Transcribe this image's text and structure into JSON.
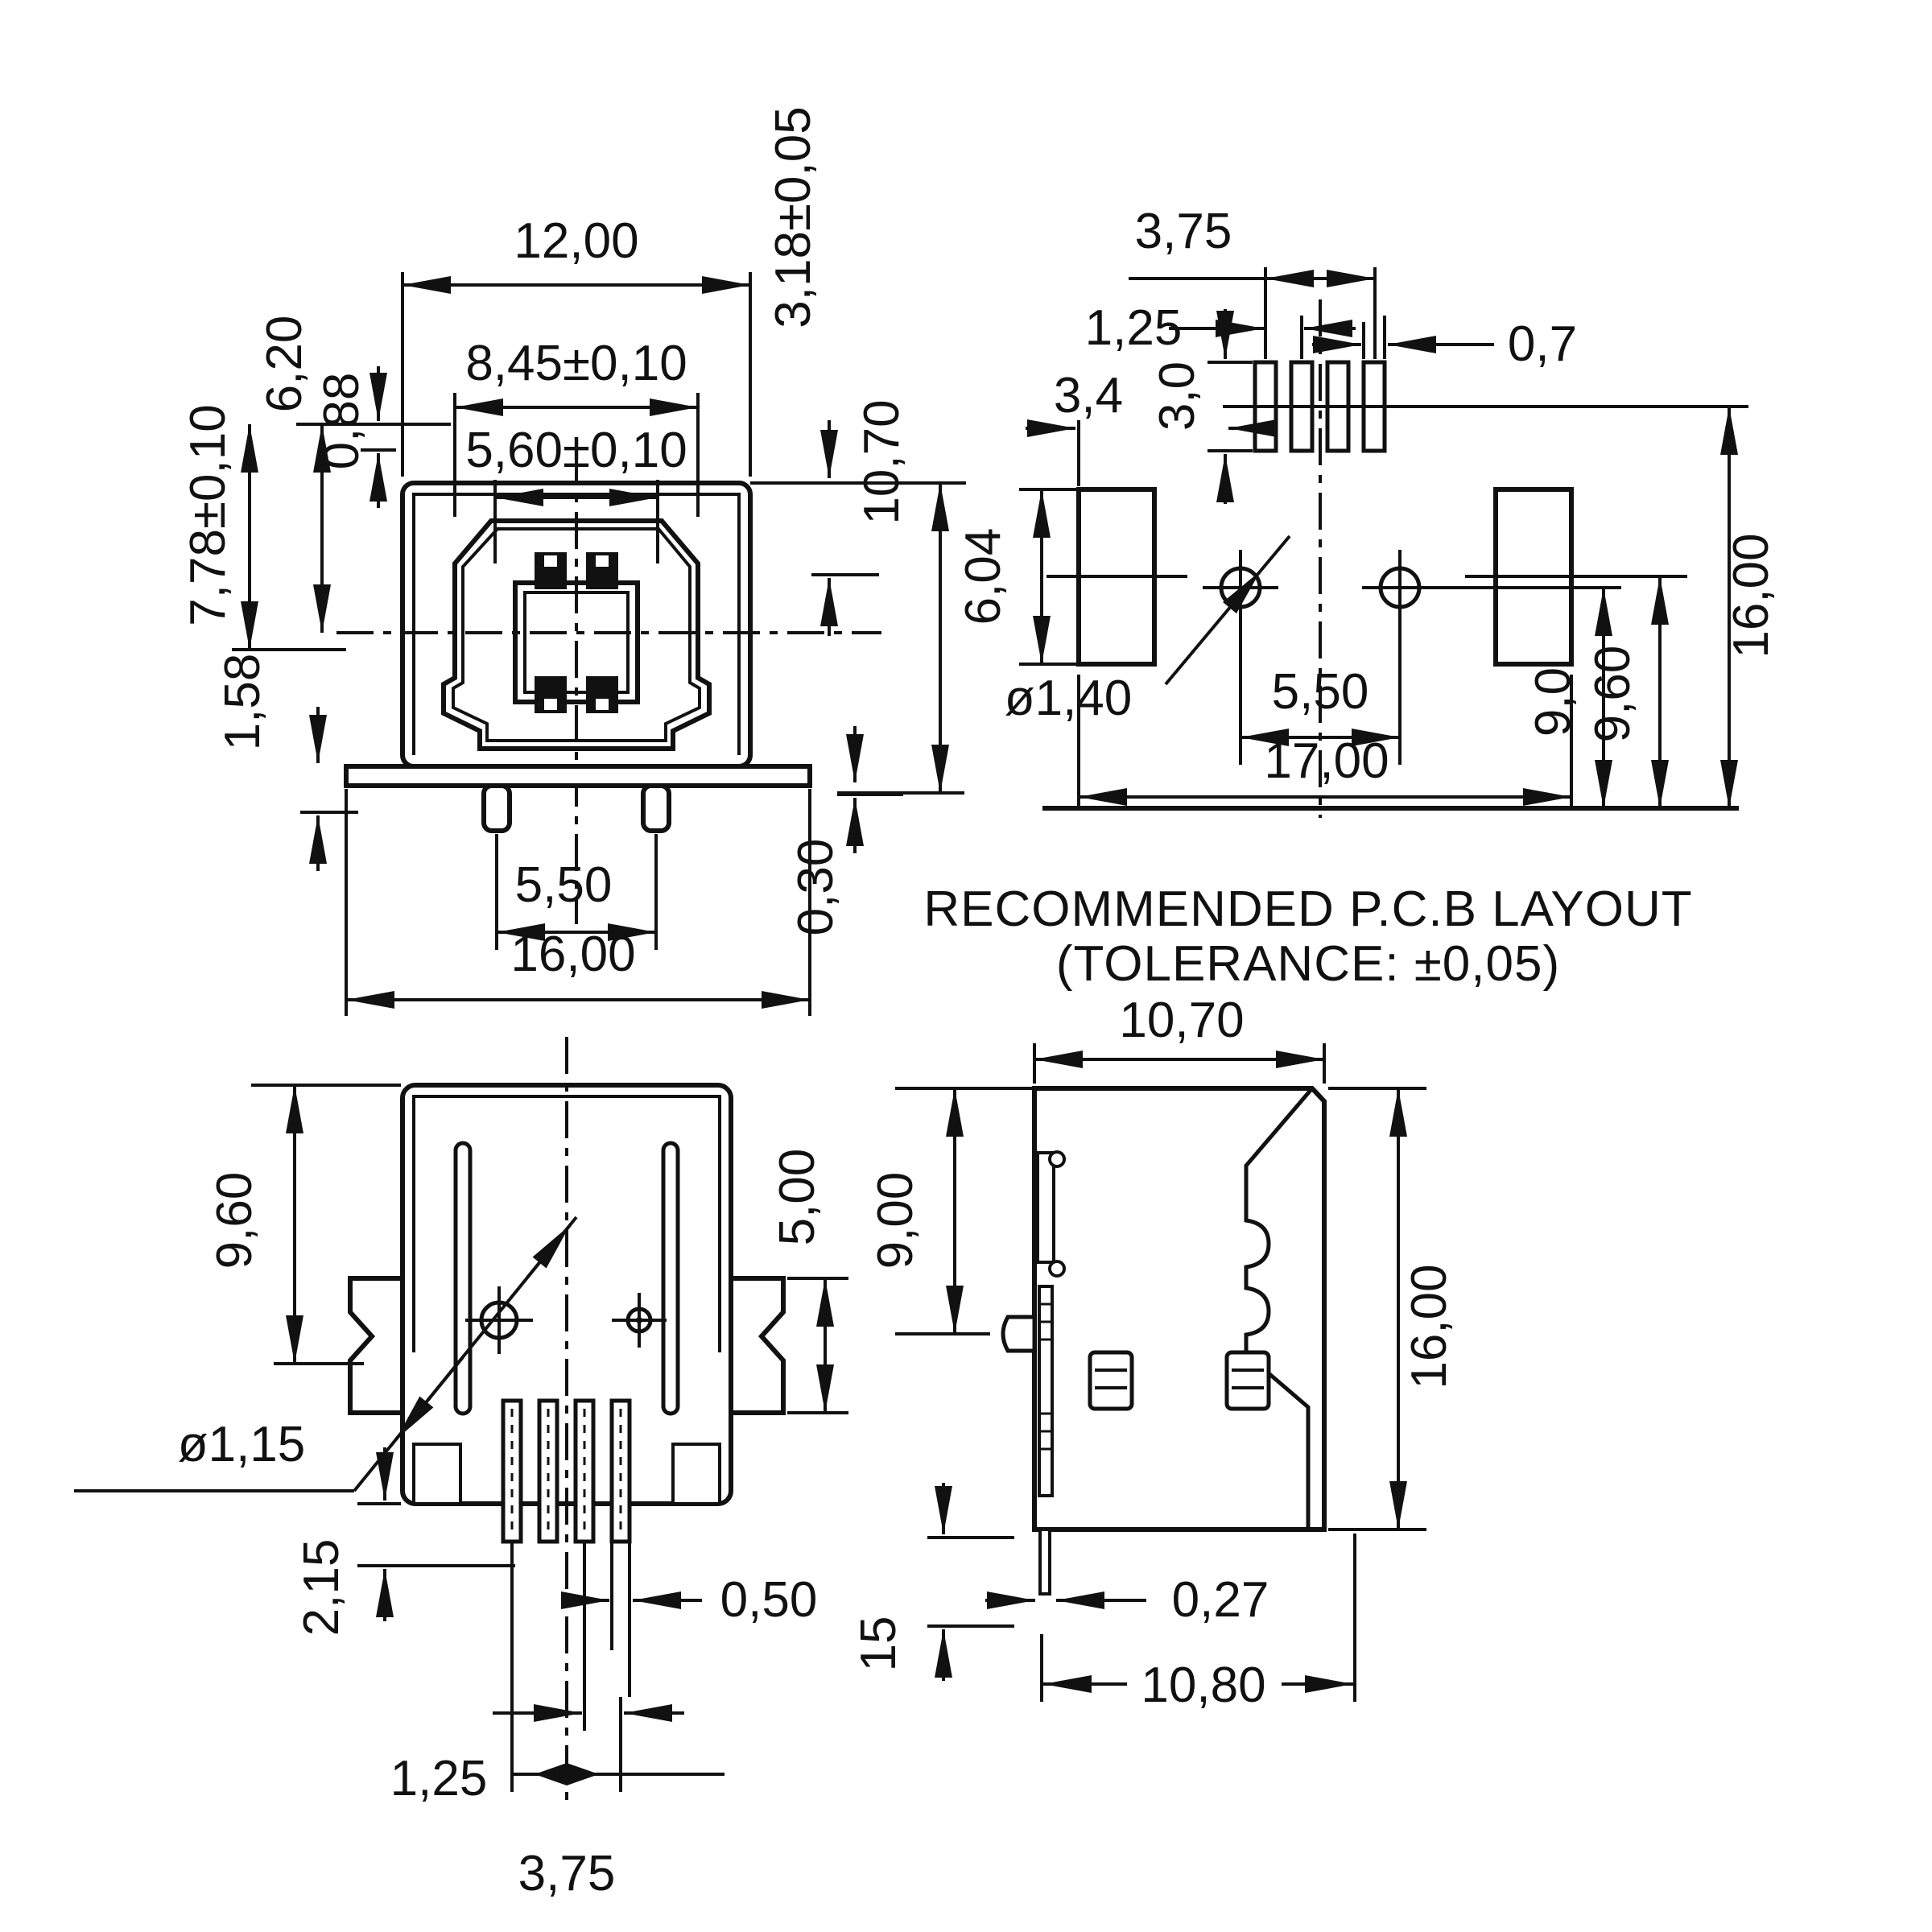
{
  "caption": {
    "line1": "RECOMMENDED P.C.B LAYOUT",
    "line2": "(TOLERANCE: ±0,05)"
  },
  "colors": {
    "ink": "#111111",
    "paper": "#ffffff"
  },
  "views": {
    "front": {
      "title": "connector front view",
      "dims": {
        "shell_width": "12,00",
        "opening_width": "8,45±0,10",
        "tongue_width": "5,60±0,10",
        "top_to_center": "6,20",
        "contact_step": "0,88",
        "mating_depth": "7,78±0,10",
        "flange_height": "1,58",
        "pin_spacing": "5,50",
        "flange_width": "16,00",
        "top_to_contact": "3,18±0,05",
        "shell_height": "10,70",
        "flange_gap": "0,30"
      }
    },
    "pcb": {
      "title": "recommended p.c.b layout",
      "dims": {
        "slot_span": "3,75",
        "slot_pitch": "1,25",
        "slot_width": "0,7",
        "slot_height": "3,0",
        "slot_offset": "3,4",
        "pad_height": "6,04",
        "hole_diameter": "ø1,40",
        "hole_spacing": "5,50",
        "pad_span": "17,00",
        "hole_row_offset": "9,0",
        "pad_row_offset": "9,60",
        "board_depth": "16,00"
      }
    },
    "bottom": {
      "title": "connector bottom view",
      "dims": {
        "shell_depth": "9,60",
        "ear_height": "5,00",
        "hole_diameter": "ø1,15",
        "pin_row_offset": "2,15",
        "pin_width": "0,50",
        "pin_pitch": "1,25",
        "pin_span": "3,75"
      }
    },
    "side": {
      "title": "connector side view",
      "dims": {
        "body_depth": "10,70",
        "upper_height": "9,00",
        "overall_height": "16,00",
        "standoff": "15",
        "pin_thickness": "0,27",
        "overall_depth": "10,80"
      }
    }
  }
}
